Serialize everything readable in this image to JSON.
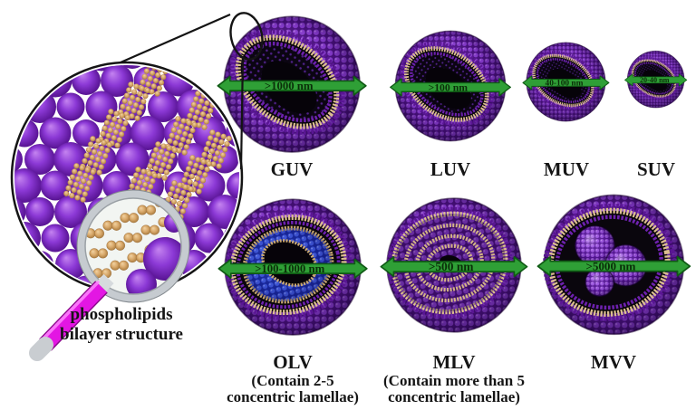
{
  "figure": {
    "inset": {
      "caption_line1": "phospholipids",
      "caption_line2": "bilayer structure",
      "magnifier_icon": "magnifying-glass"
    },
    "vesicles": [
      {
        "id": "guv",
        "label": "GUV",
        "size_label": ">1000 nm",
        "sublabels": []
      },
      {
        "id": "luv",
        "label": "LUV",
        "size_label": ">100 nm",
        "sublabels": []
      },
      {
        "id": "muv",
        "label": "MUV",
        "size_label": "40-100 nm",
        "sublabels": []
      },
      {
        "id": "suv",
        "label": "SUV",
        "size_label": "20-40 nm",
        "sublabels": []
      },
      {
        "id": "olv",
        "label": "OLV",
        "size_label": ">100-1000 nm",
        "sublabels": [
          "(Contain 2-5",
          "concentric lamellae)"
        ]
      },
      {
        "id": "mlv",
        "label": "MLV",
        "size_label": ">500 nm",
        "sublabels": [
          "(Contain more than 5",
          "concentric lamellae)"
        ]
      },
      {
        "id": "mvv",
        "label": "MVV",
        "size_label": ">5000 nm",
        "sublabels": []
      }
    ],
    "colors": {
      "membrane_purple": "#7b2fc4",
      "lipid_head_tan": "#dcbd8f",
      "arrow_green": "#2f9f36",
      "handle_magenta": "#e020d8",
      "inner_vesicle_blue": "#2b46c8",
      "background": "#ffffff"
    }
  }
}
